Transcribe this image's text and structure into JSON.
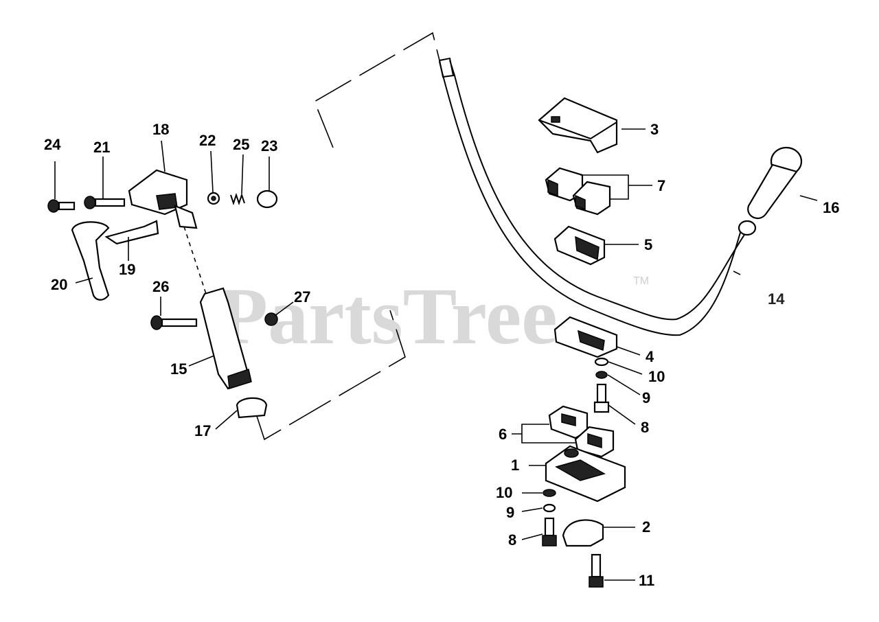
{
  "watermark": {
    "text": "PartsTree",
    "trademark": "TM"
  },
  "callouts": {
    "c1": "1",
    "c2": "2",
    "c3": "3",
    "c4": "4",
    "c5": "5",
    "c6": "6",
    "c7": "7",
    "c8a": "8",
    "c8b": "8",
    "c9a": "9",
    "c9b": "9",
    "c10a": "10",
    "c10b": "10",
    "c11": "11",
    "c14": "14",
    "c15": "15",
    "c16": "16",
    "c17": "17",
    "c18": "18",
    "c19": "19",
    "c20": "20",
    "c21": "21",
    "c22": "22",
    "c23": "23",
    "c24": "24",
    "c25": "25",
    "c26": "26",
    "c27": "27"
  }
}
